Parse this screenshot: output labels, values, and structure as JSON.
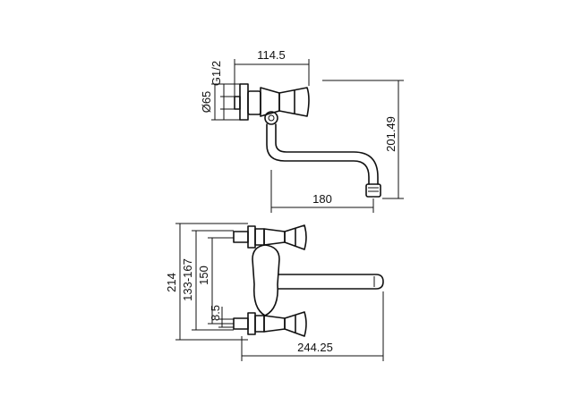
{
  "drawing": {
    "top_view": {
      "dimensions": {
        "top_width": "114.5",
        "thread": "G1/2",
        "flange_diameter": "Ø65",
        "total_height": "201.49",
        "spout_reach": "180"
      }
    },
    "front_view": {
      "dimensions": {
        "total_height": "214",
        "inlet_range": "133-167",
        "handle_spacing": "150",
        "offset": "8.5",
        "total_width": "244.25"
      }
    }
  }
}
